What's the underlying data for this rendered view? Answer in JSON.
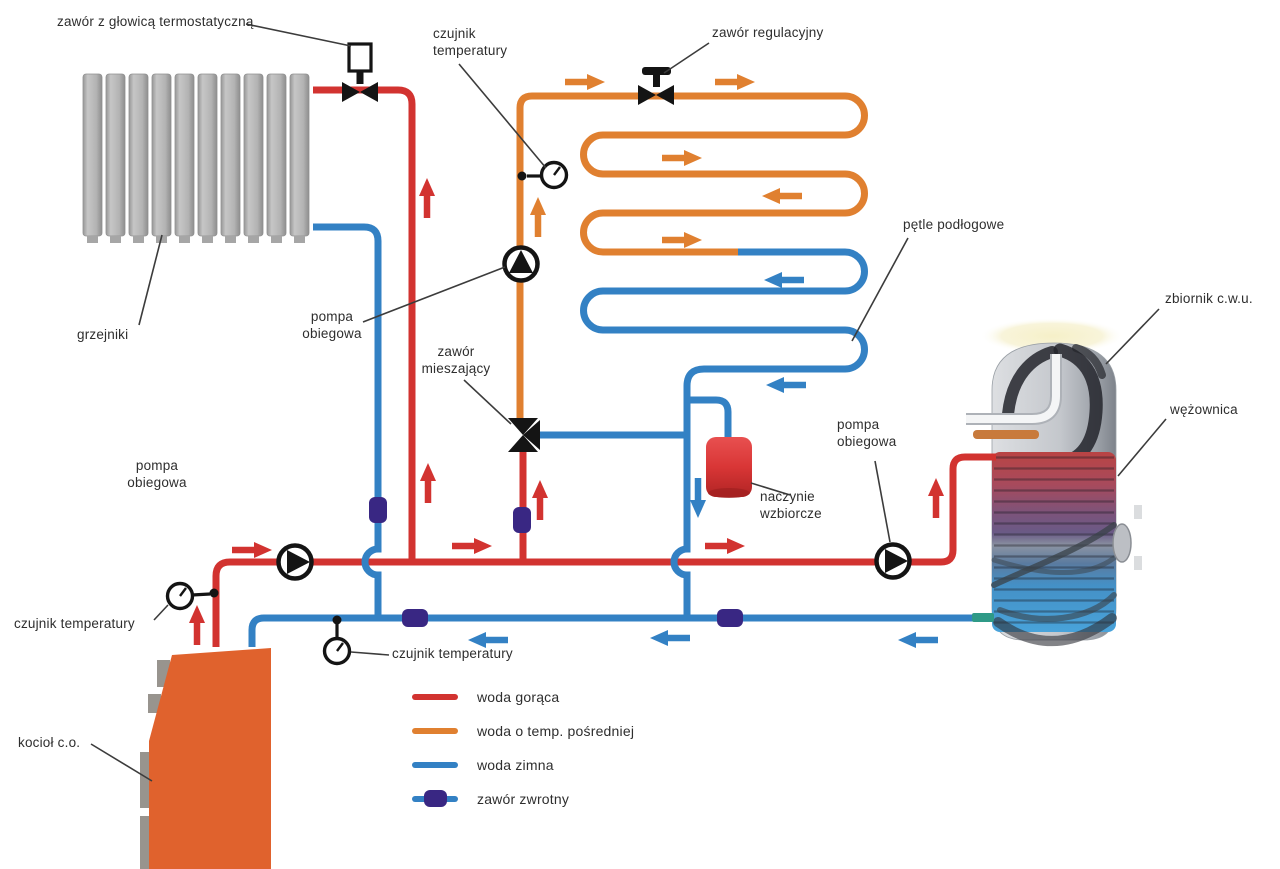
{
  "diagram": {
    "type": "central-heating-installation-schematic",
    "language": "pl",
    "labels": {
      "thermostatic_valve": "zawór z głowicą termostatyczną",
      "temp_sensor_top_1": "czujnik",
      "temp_sensor_top_2": "temperatury",
      "regulating_valve": "zawór regulacyjny",
      "radiators": "grzejniki",
      "pump_mid_1": "pompa",
      "pump_mid_2": "obiegowa",
      "mixing_valve_1": "zawór",
      "mixing_valve_2": "mieszający",
      "floor_loops": "pętle podłogowe",
      "tank": "zbiornik c.w.u.",
      "coil": "wężownica",
      "pump_right_1": "pompa",
      "pump_right_2": "obiegowa",
      "expansion_vessel_1": "naczynie",
      "expansion_vessel_2": "wzbiorcze",
      "pump_left_1": "pompa",
      "pump_left_2": "obiegowa",
      "temp_sensor_left": "czujnik temperatury",
      "temp_sensor_bottom": "czujnik temperatury",
      "boiler": "kocioł c.o."
    },
    "legend": {
      "items": [
        {
          "label": "woda gorąca",
          "color": "#d23330",
          "type": "line"
        },
        {
          "label": "woda o temp. pośredniej",
          "color": "#e08030",
          "type": "line"
        },
        {
          "label": "woda zimna",
          "color": "#3381c4",
          "type": "line"
        },
        {
          "label": "zawór zwrotny",
          "color": "#392783",
          "type": "check-valve"
        }
      ]
    },
    "colors": {
      "hot_water": "#d23330",
      "intermediate_water": "#e08030",
      "cold_water": "#3381c4",
      "check_valve": "#392783",
      "boiler_body": "#e0622d",
      "expansion_vessel": "#d93636",
      "radiator_grey": "#b5b5b5",
      "symbol_black": "#141414"
    },
    "symbols": [
      "thermostatic-head-valve-icon",
      "regulating-valve-icon",
      "mixing-valve-icon",
      "circulation-pump-icon",
      "temperature-sensor-icon",
      "check-valve-icon",
      "flow-arrow-icon",
      "pipe-bridge-crossing"
    ]
  }
}
